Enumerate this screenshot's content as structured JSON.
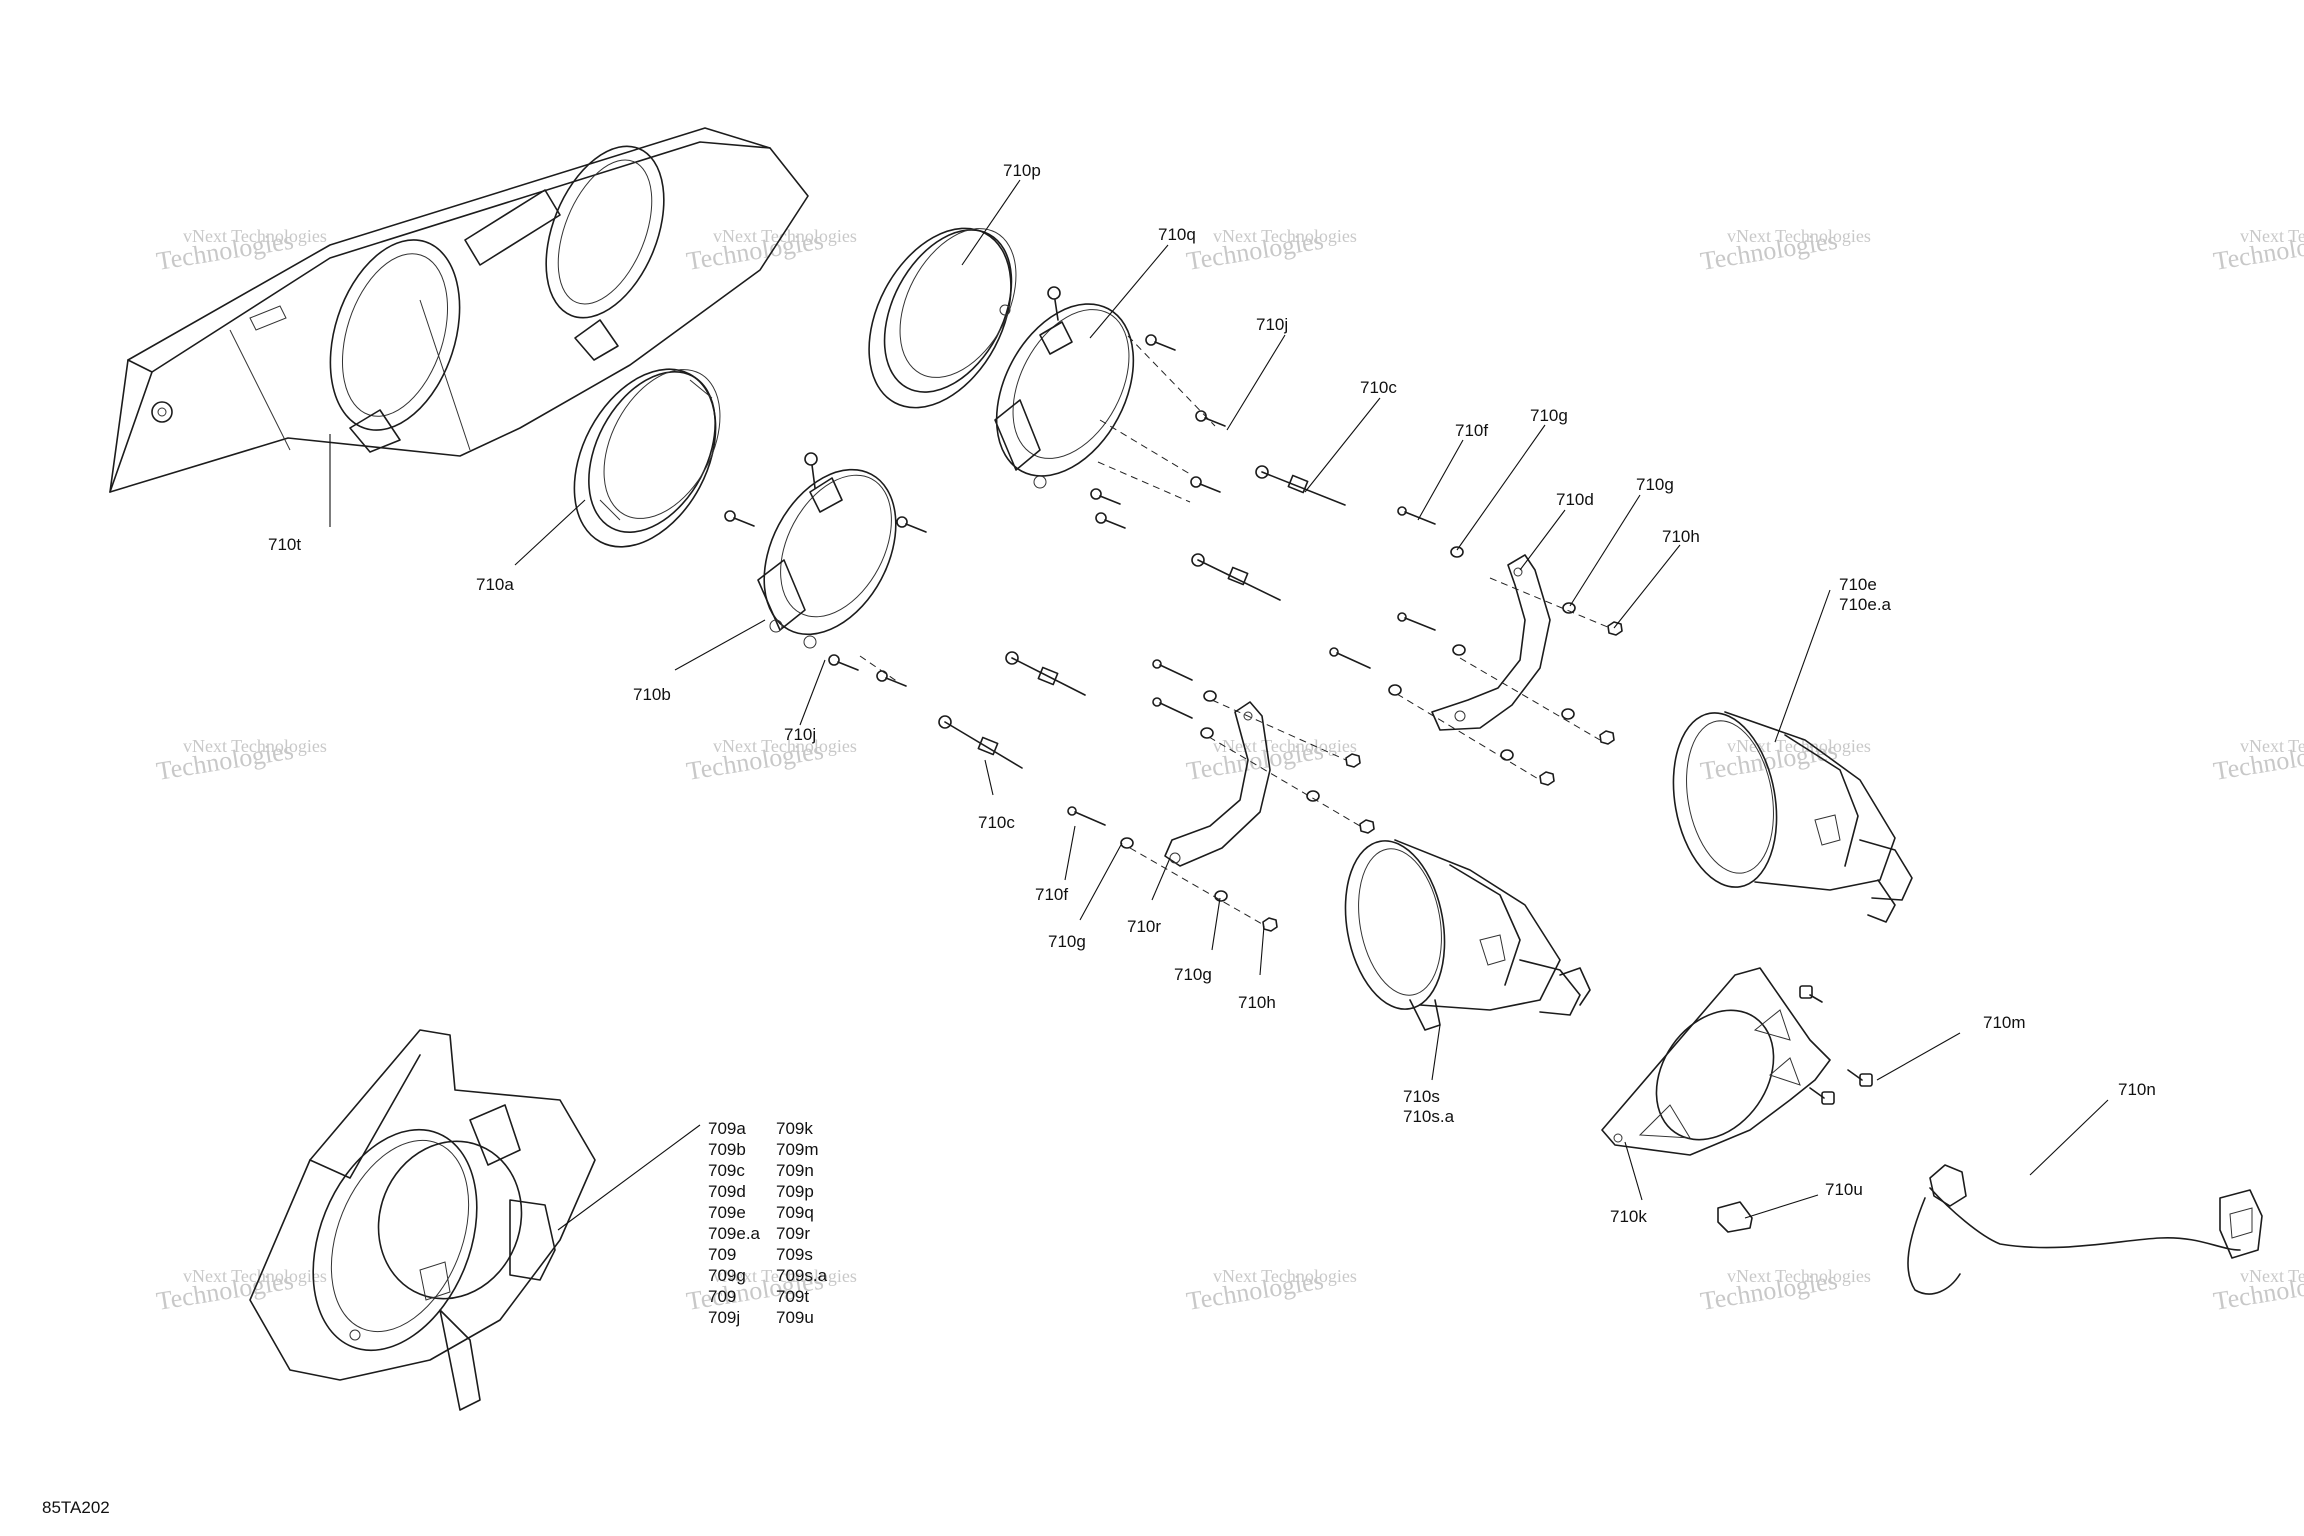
{
  "drawing": {
    "code": "85TA202",
    "watermark_line1": "vNext Technologies",
    "watermark_line2": "Technologies"
  },
  "callouts": [
    "710p",
    "710q",
    "710j",
    "710c",
    "710f",
    "710g",
    "710d",
    "710g",
    "710h",
    "710t",
    "710a",
    "710b",
    "710j",
    "710c",
    "710f",
    "710g",
    "710r",
    "710g",
    "710h",
    "710e",
    "710e.a",
    "710s",
    "710s.a",
    "710m",
    "710k",
    "710n",
    "710u"
  ],
  "kit_list": {
    "col1": [
      "709a",
      "709b",
      "709c",
      "709d",
      "709e",
      "709e.a",
      "709",
      "709g",
      "709",
      "709j"
    ],
    "col2": [
      "709k",
      "709m",
      "709n",
      "709p",
      "709q",
      "709r",
      "709s",
      "709s.a",
      "709t",
      "709u"
    ]
  }
}
